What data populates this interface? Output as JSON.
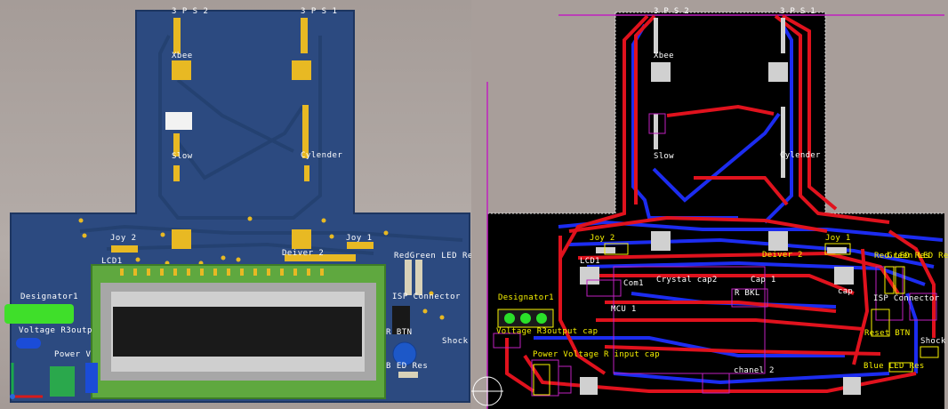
{
  "view3d": {
    "connectors": {
      "ps2": "3 P S 2",
      "ps1": "3 P S 1"
    },
    "labels": {
      "xbee": "Xbee",
      "slow": "Slow",
      "cylender": "Cylender",
      "joy2": "Joy 2",
      "joy1": "Joy 1",
      "lcd1": "LCD1",
      "deiver2": "Deiver 2",
      "red_green_led_res": "RedGreen LED Res",
      "isp_connector": "ISP Connector",
      "designator1": "Designator1",
      "voltage_routput": "Voltage R3outp",
      "power_v": "Power V",
      "r_btn": "R    BTN",
      "shock": "Shock",
      "blue_led_res": "B    ED Res"
    },
    "colors": {
      "board": "#2c4a80",
      "pad": "#e8b923",
      "lcd_frame": "#5fa83f",
      "lcd_screen": "#1a1a1a"
    }
  },
  "view2d": {
    "connectors": {
      "ps2": "3 P S 2",
      "ps1": "3 P S 1"
    },
    "labels": {
      "xbee": "Xbee",
      "slow": "Slow",
      "cylender": "Cylender",
      "joy2": "Joy 2",
      "joy1": "Joy 1",
      "lcd1": "LCD1",
      "deiver2": "Deiver 2",
      "crystal_cap2": "Crystal cap2",
      "cap1": "Cap 1",
      "r_bkl": "R BKL",
      "com": "Com1",
      "mcu1": "MCU 1",
      "red_led_res": "Red LED Res",
      "green_led_res": "Green LED Res",
      "isp_connector": "ISP Connector",
      "designator1": "Designator1",
      "voltage_routput": "Voltage R3output cap",
      "power_voltage": "Power Voltage R input cap",
      "r_btn": "Reset BTN",
      "shock": "Shock",
      "blue_led_res": "Blue LED Res",
      "cap": "cap",
      "channel2": "chanel 2"
    },
    "colors": {
      "background": "#000000",
      "top_trace": "#e0121d",
      "bottom_trace": "#1c2cf0",
      "silk": "#f7f200",
      "outline": "#c020c0"
    }
  }
}
